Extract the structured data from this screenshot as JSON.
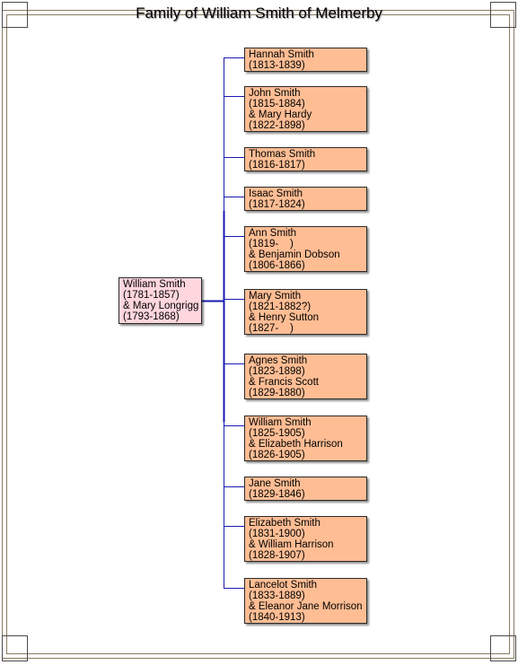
{
  "title": "Family of William Smith of Melmerby",
  "colors": {
    "child_box": "#ffbd94",
    "root_box": "#ffd6dd",
    "connector": "#1a1ab0",
    "frame": "#8a7a60"
  },
  "root": {
    "lines": [
      "William Smith",
      "(1781-1857)",
      "& Mary Longrigg",
      "(1793-1868)"
    ]
  },
  "children": [
    {
      "lines": [
        "Hannah Smith",
        "(1813-1839)"
      ]
    },
    {
      "lines": [
        "John Smith",
        "(1815-1884)",
        "& Mary Hardy",
        "(1822-1898)"
      ]
    },
    {
      "lines": [
        "Thomas Smith",
        "(1816-1817)"
      ]
    },
    {
      "lines": [
        "Isaac Smith",
        "(1817-1824)"
      ]
    },
    {
      "lines": [
        "Ann Smith",
        "(1819-    )",
        "& Benjamin Dobson",
        "(1806-1866)"
      ]
    },
    {
      "lines": [
        "Mary Smith",
        "(1821-1882?)",
        "& Henry Sutton",
        "(1827-    )"
      ]
    },
    {
      "lines": [
        "Agnes Smith",
        "(1823-1898)",
        "& Francis Scott",
        "(1829-1880)"
      ]
    },
    {
      "lines": [
        "William Smith",
        "(1825-1905)",
        "& Elizabeth Harrison",
        "(1826-1905)"
      ]
    },
    {
      "lines": [
        "Jane Smith",
        "(1829-1846)"
      ]
    },
    {
      "lines": [
        "Elizabeth Smith",
        "(1831-1900)",
        "& William Harrison",
        "(1828-1907)"
      ]
    },
    {
      "lines": [
        "Lancelot Smith",
        "(1833-1889)",
        "& Eleanor Jane Morrison",
        "(1840-1913)"
      ]
    }
  ]
}
